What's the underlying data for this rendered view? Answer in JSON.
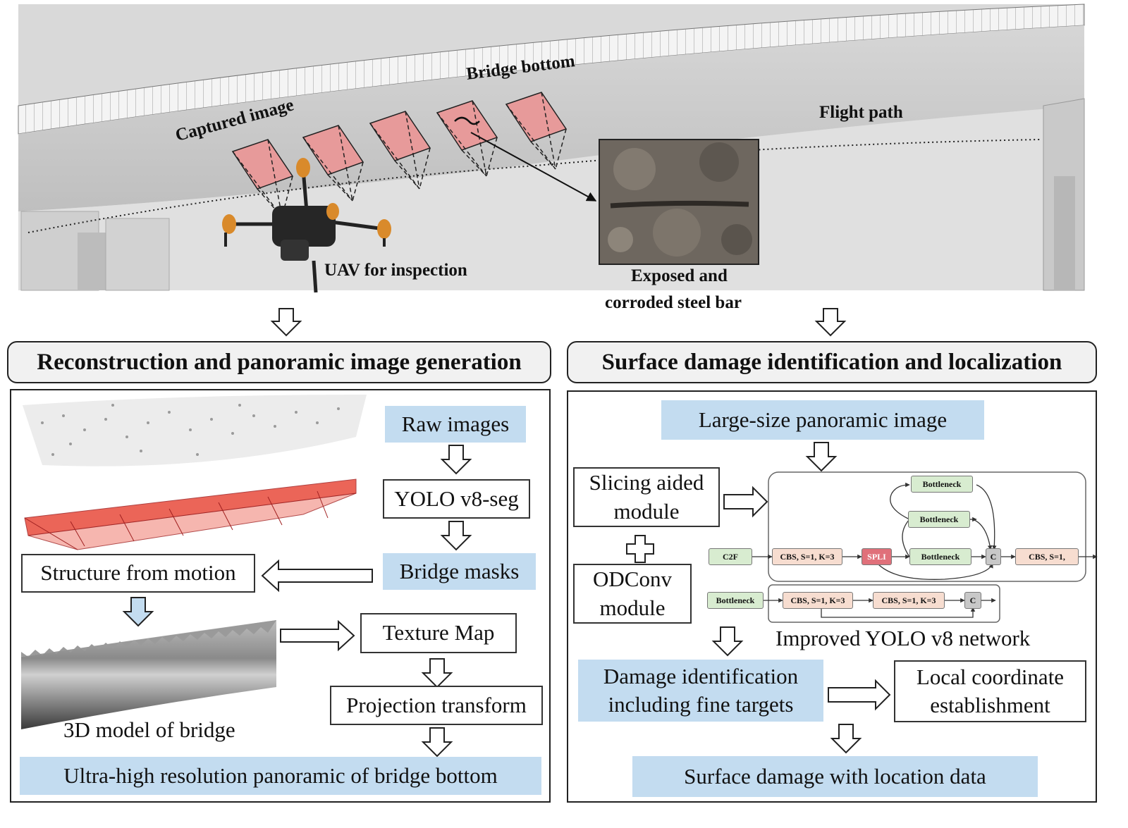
{
  "scene": {
    "captured_image": "Captured image",
    "bridge_bottom": "Bridge bottom",
    "flight_path": "Flight path",
    "uav": "UAV for inspection",
    "exposed_1": "Exposed and",
    "exposed_2": "corroded steel bar"
  },
  "left": {
    "header": "Reconstruction and panoramic image generation",
    "raw_images": "Raw images",
    "yolo_seg": "YOLO v8-seg",
    "bridge_masks": "Bridge masks",
    "sfm": "Structure from motion",
    "texture_map": "Texture Map",
    "projection": "Projection transform",
    "model_caption": "3D model of bridge",
    "panoramic": "Ultra-high resolution panoramic of bridge bottom"
  },
  "right": {
    "header": "Surface damage identification and localization",
    "large_panoramic": "Large-size panoramic image",
    "slicing_1": "Slicing aided",
    "slicing_2": "module",
    "odconv_1": "ODConv",
    "odconv_2": "module",
    "network_caption": "Improved YOLO v8 network",
    "damage_1": "Damage identification",
    "damage_2": "including fine targets",
    "local_1": "Local coordinate",
    "local_2": "establishment",
    "surface_damage": "Surface damage with location data",
    "net": {
      "bottleneck": "Bottleneck",
      "c2f": "C2F",
      "cbs_k3": "CBS, S=1, K=3",
      "cbs_s1": "CBS, S=1,",
      "split": "SPLI",
      "concat": "C"
    },
    "colors": {
      "green": "#d8ecd0",
      "peach": "#f7ddd0",
      "red": "#e0707a",
      "gray": "#c8c8c8"
    }
  },
  "colors": {
    "highlight_blue": "#c3dcf0",
    "camera_frame": "#e79a9a"
  }
}
